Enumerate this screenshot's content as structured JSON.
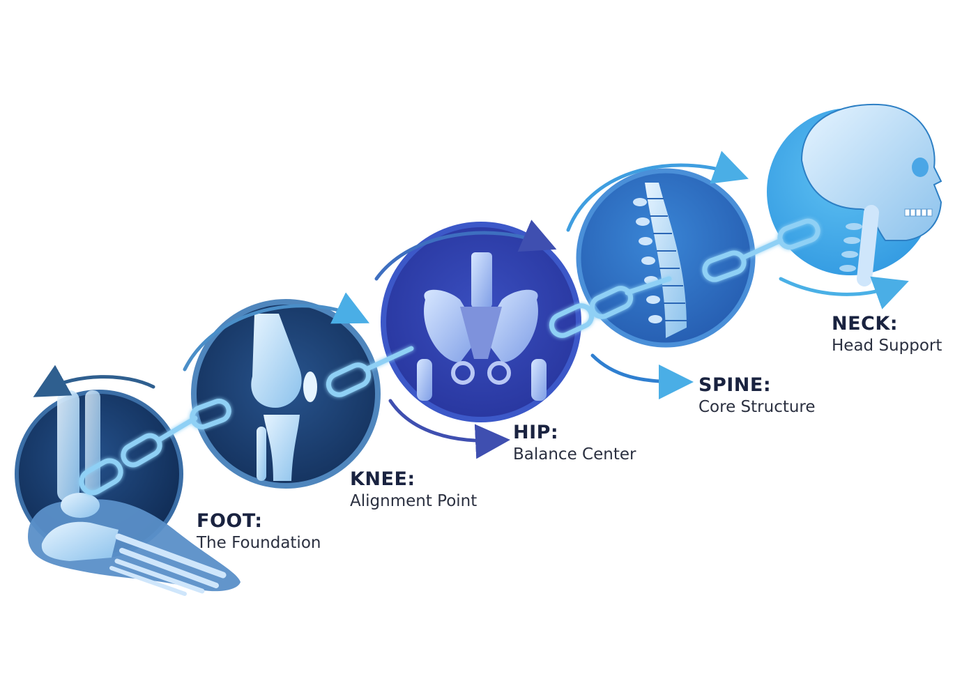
{
  "diagram": {
    "type": "kinetic-chain infographic",
    "flow_direction": "bottom-left to top-right",
    "colors": {
      "background": "#ffffff",
      "label_title": "#1a2340",
      "label_subtitle": "#2b3040",
      "chain": "#8fd0f5",
      "arrow_dark": "#2f5f8f",
      "arrow_mid": "#3f63b8",
      "arrow_light": "#4ab0e6"
    },
    "nodes": [
      {
        "id": "foot",
        "icon": "foot-bones-icon",
        "title": "FOOT:",
        "subtitle": "The Foundation",
        "circle_color": "#173a66"
      },
      {
        "id": "knee",
        "icon": "knee-joint-icon",
        "title": "KNEE:",
        "subtitle": "Alignment Point",
        "circle_color": "#1b3e6e"
      },
      {
        "id": "hip",
        "icon": "pelvis-icon",
        "title": "HIP:",
        "subtitle": "Balance Center",
        "circle_color": "#2f3fa8"
      },
      {
        "id": "spine",
        "icon": "spine-icon",
        "title": "SPINE:",
        "subtitle": "Core Structure",
        "circle_color": "#2f6fc0"
      },
      {
        "id": "neck",
        "icon": "skull-neck-icon",
        "title": "NECK:",
        "subtitle": "Head Support",
        "circle_color": "#3aa4e8"
      }
    ],
    "connectors": [
      "chain-link",
      "chain-link",
      "chain-link",
      "chain-link"
    ]
  }
}
